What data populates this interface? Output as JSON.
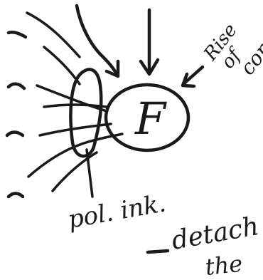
{
  "labels": {
    "center": "F",
    "rise_top": "Rise",
    "rise_mid": "of",
    "rise_bottom": "con",
    "pol_ink": "pol. ink.",
    "detach_top": "detach",
    "detach_bottom": "the"
  },
  "colors": {
    "ink": "#1a1a1a",
    "paper": "#ffffff"
  }
}
